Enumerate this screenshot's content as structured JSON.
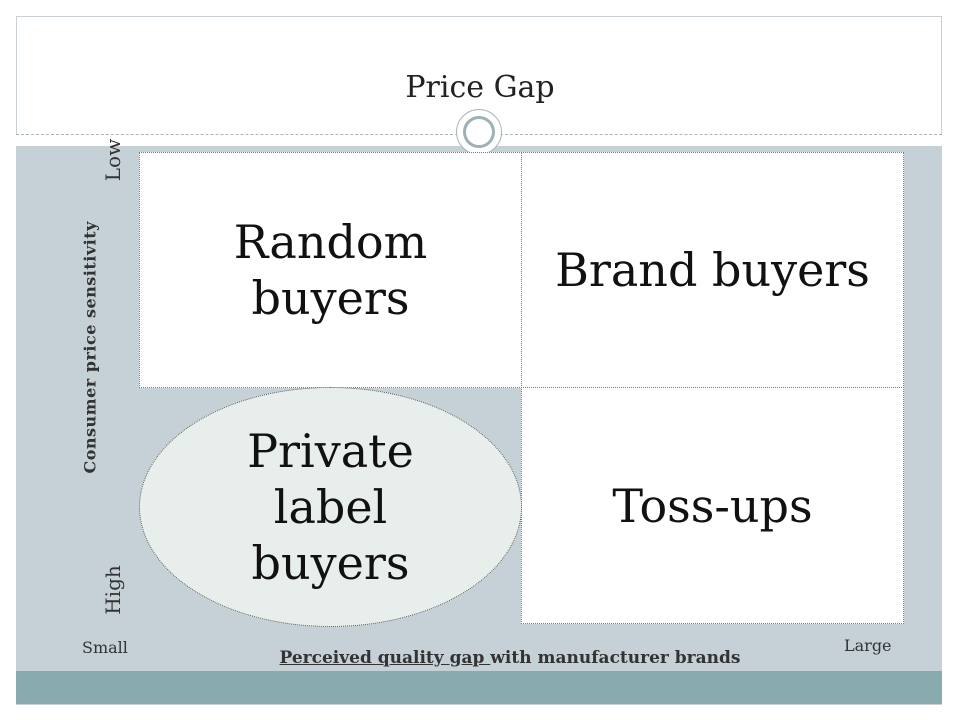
{
  "title": "Price Gap",
  "quadrants": {
    "top_left": "Random buyers",
    "top_right": "Brand buyers",
    "bottom_left": "Private label buyers",
    "bottom_right": "Toss-ups"
  },
  "y_axis": {
    "label": "Consumer  price sensitivity",
    "top": "Low",
    "bottom": "High"
  },
  "x_axis": {
    "left": "Small",
    "right": "Large",
    "label_underlined": "Perceived quality gap ",
    "label_rest": "with manufacturer brands"
  },
  "colors": {
    "panel": "#c5d0d7",
    "footer": "#8aabad",
    "oval_fill": "#e8eeec",
    "cell_border": "#c06050"
  }
}
